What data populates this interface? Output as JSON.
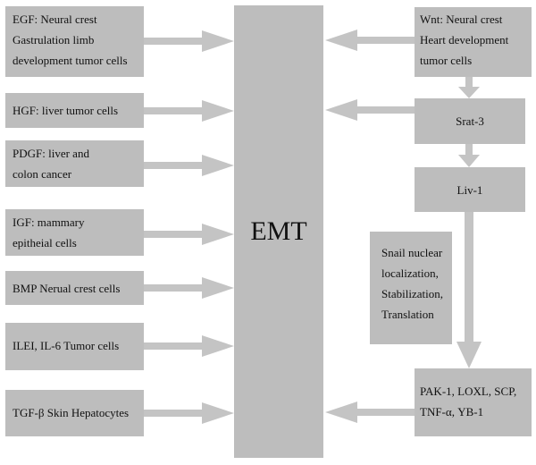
{
  "center": {
    "label": "EMT"
  },
  "left_boxes": [
    {
      "lines": [
        "EGF: Neural crest",
        "Gastrulation limb",
        "development tumor cells"
      ]
    },
    {
      "lines": [
        "HGF: liver tumor cells"
      ]
    },
    {
      "lines": [
        "PDGF: liver and",
        "colon cancer"
      ]
    },
    {
      "lines": [
        "IGF: mammary",
        "epitheial cells"
      ]
    },
    {
      "lines": [
        "BMP Nerual crest cells"
      ]
    },
    {
      "lines": [
        "ILEI, IL-6 Tumor cells"
      ]
    },
    {
      "lines": [
        "TGF-β Skin Hepatocytes"
      ]
    }
  ],
  "right_chain": {
    "wnt": {
      "lines": [
        "Wnt: Neural crest",
        "Heart development",
        "tumor cells"
      ]
    },
    "srat3": {
      "label": "Srat-3"
    },
    "liv1": {
      "label": "Liv-1"
    },
    "snail": {
      "lines": [
        "Snail nuclear",
        "localization,",
        "Stabilization,",
        "Translation"
      ]
    },
    "targets": {
      "lines": [
        "PAK-1, LOXL, SCP,",
        "TNF-α, YB-1"
      ]
    }
  },
  "colors": {
    "box_fill": "#bdbdbd",
    "arrow_fill": "#c4c4c4"
  }
}
